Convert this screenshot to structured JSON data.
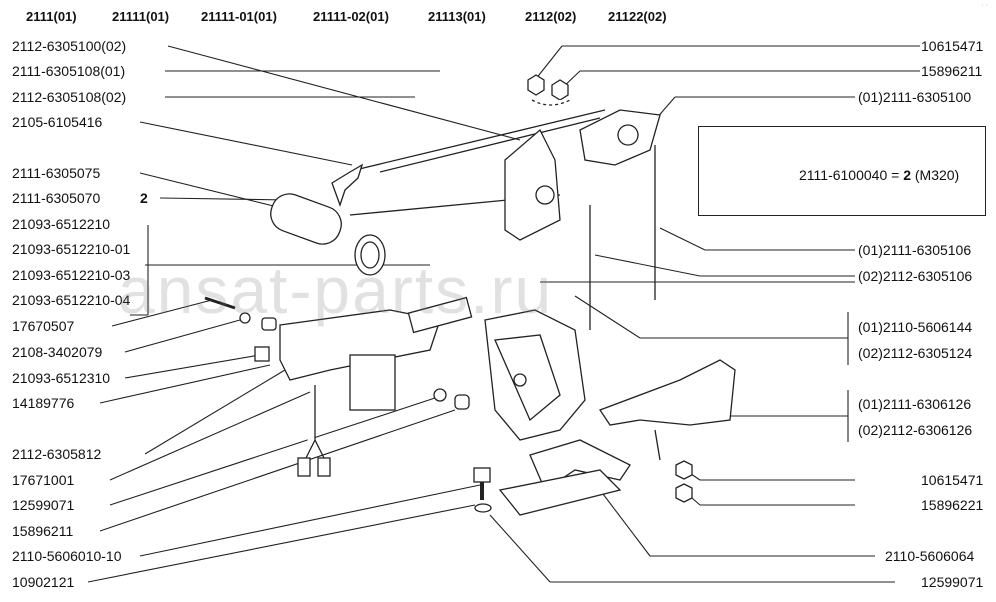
{
  "header": {
    "models": [
      "2111(01)",
      "21111(01)",
      "21111-01(01)",
      "21111-02(01)",
      "21113(01)",
      "2112(02)",
      "21122(02)"
    ]
  },
  "left_labels": [
    "2112-6305100(02)",
    "2111-6305108(01)",
    "2112-6305108(02)",
    "2105-6105416",
    "2111-6305075",
    "2111-6305070",
    "21093-6512210",
    "21093-6512210-01",
    "21093-6512210-03",
    "21093-6512210-04",
    "17670507",
    "2108-3402079",
    "21093-6512310",
    "14189776",
    "2112-6305812",
    "17671001",
    "12599071",
    "15896211",
    "2110-5606010-10",
    "10902121"
  ],
  "qty_label": "2",
  "right_labels": [
    "10615471",
    "15896211",
    "(01)2111-6305100",
    "(01)2111-6305106",
    "(02)2112-6305106",
    "(01)2110-5606144",
    "(02)2112-6305124",
    "(01)2111-6306126",
    "(02)2112-6306126",
    "10615471",
    "15896221",
    "2110-5606064",
    "12599071"
  ],
  "callout": {
    "part": "2111-6100040 = ",
    "qty": "2",
    "note": " (M320)"
  },
  "watermark": "ansat-parts.ru"
}
